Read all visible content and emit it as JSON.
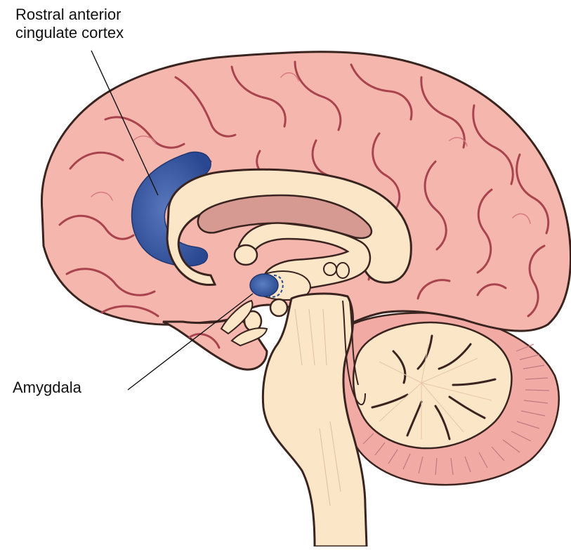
{
  "labels": {
    "rostral_anterior_cingulate_line1": "Rostral anterior",
    "rostral_anterior_cingulate_line2": "cingulate cortex",
    "amygdala": "Amygdala"
  },
  "colors": {
    "cortex": "#f5b6ad",
    "cortex_dark": "#d9837b",
    "sulcus": "#b8505a",
    "white_matter": "#fbe6c8",
    "white_matter_edge": "#6b4a3a",
    "ventricle": "#d69a92",
    "highlight": "#2c4a8f",
    "highlight_light": "#5470b4",
    "outline": "#3a2420"
  },
  "structures": [
    "cerebral-cortex",
    "corpus-callosum",
    "lateral-ventricle",
    "fornix",
    "thalamus",
    "brainstem",
    "spinal-cord",
    "cerebellum",
    "rostral-anterior-cingulate-cortex",
    "amygdala"
  ]
}
